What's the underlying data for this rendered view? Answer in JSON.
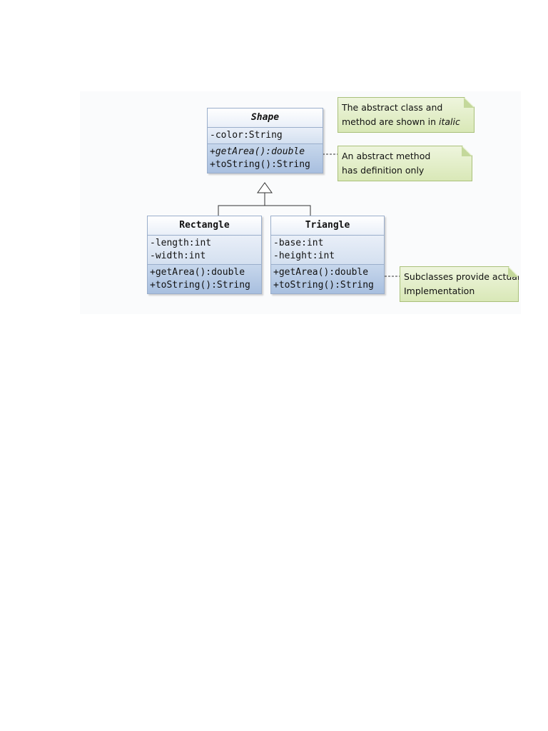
{
  "diagram": {
    "shape": {
      "name": "Shape",
      "attributes": [
        "-color:String"
      ],
      "methods": [
        "+getArea():double",
        "+toString():String"
      ]
    },
    "rectangle": {
      "name": "Rectangle",
      "attributes": [
        "-length:int",
        "-width:int"
      ],
      "methods": [
        "+getArea():double",
        "+toString():String"
      ]
    },
    "triangle": {
      "name": "Triangle",
      "attributes": [
        "-base:int",
        "-height:int"
      ],
      "methods": [
        "+getArea():double",
        "+toString():String"
      ]
    },
    "notes": {
      "abstract_class": {
        "line1": "The abstract class and",
        "line2_prefix": "method are shown in ",
        "line2_italic": "italic"
      },
      "abstract_method": {
        "line1": "An abstract method",
        "line2": "has definition only"
      },
      "subclasses": {
        "line1": "Subclasses provide actual",
        "line2": "Implementation"
      }
    }
  }
}
